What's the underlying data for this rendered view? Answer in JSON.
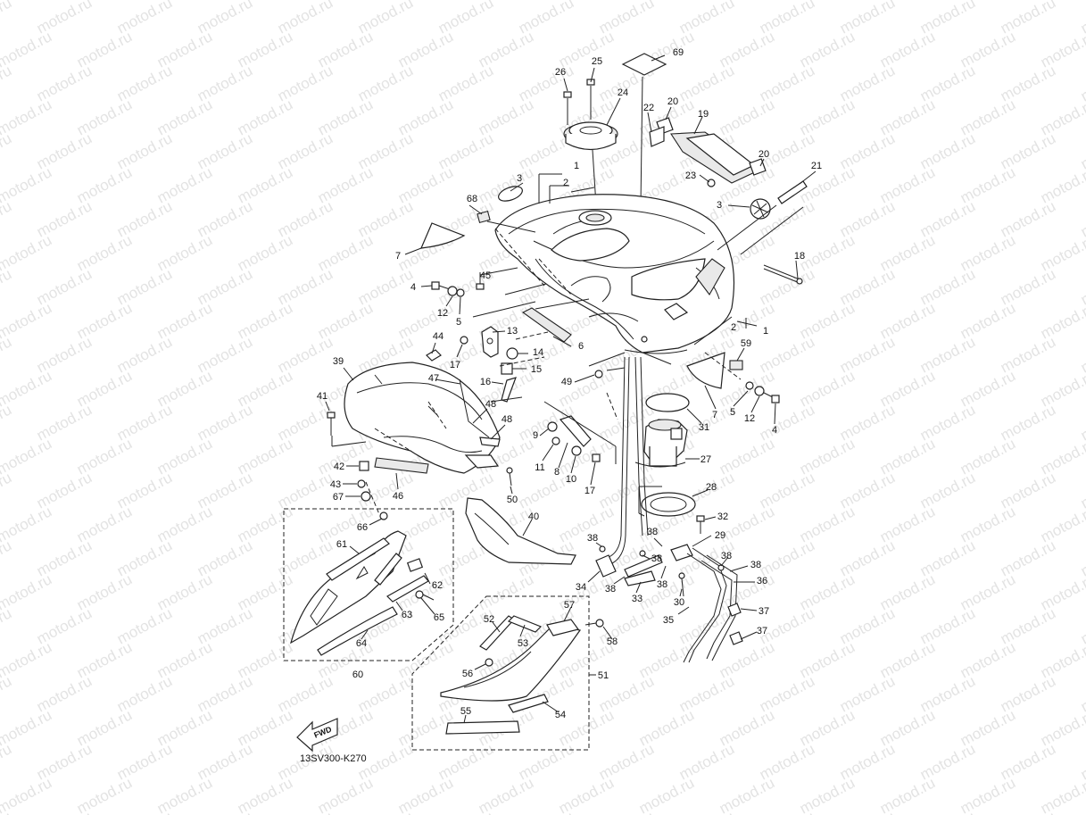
{
  "watermark": "motod.ru",
  "diagram_code": "13SV300-K270",
  "fwd_label": "FWD",
  "callouts": {
    "c69": "69",
    "c25": "25",
    "c26": "26",
    "c24": "24",
    "c20a": "20",
    "c19": "19",
    "c22": "22",
    "c20b": "20",
    "c21": "21",
    "c23": "23",
    "c3a": "3",
    "c1a": "1",
    "c2a": "2",
    "c3b": "3",
    "c68": "68",
    "c7a": "7",
    "c45": "45",
    "c18": "18",
    "c4a": "4",
    "c12a": "12",
    "c5a": "5",
    "c2b": "2",
    "c1b": "1",
    "c13": "13",
    "c44": "44",
    "c14": "14",
    "c6": "6",
    "c17a": "17",
    "c59": "59",
    "c39": "39",
    "c15": "15",
    "c47": "47",
    "c16": "16",
    "c49": "49",
    "c5b": "5",
    "c12b": "12",
    "c4b": "4",
    "c7b": "7",
    "c41": "41",
    "c48a": "48",
    "c48b": "48",
    "c31": "31",
    "c9": "9",
    "c11": "11",
    "c8": "8",
    "c10": "10",
    "c17b": "17",
    "c27": "27",
    "c42": "42",
    "c43": "43",
    "c46": "46",
    "c50": "50",
    "c67": "67",
    "c28": "28",
    "c40": "40",
    "c66": "66",
    "c32": "32",
    "c38a": "38",
    "c38b": "38",
    "c29": "29",
    "c61": "61",
    "c38c": "38",
    "c38d": "38",
    "c34": "34",
    "c38e": "38",
    "c38f": "38",
    "c33": "33",
    "c36": "36",
    "c62": "62",
    "c30": "30",
    "c37a": "37",
    "c63": "63",
    "c65": "65",
    "c57": "57",
    "c52": "52",
    "c53": "53",
    "c35": "35",
    "c58": "58",
    "c37b": "37",
    "c64": "64",
    "c56": "56",
    "c51": "51",
    "c60": "60",
    "c55": "55",
    "c54": "54"
  }
}
